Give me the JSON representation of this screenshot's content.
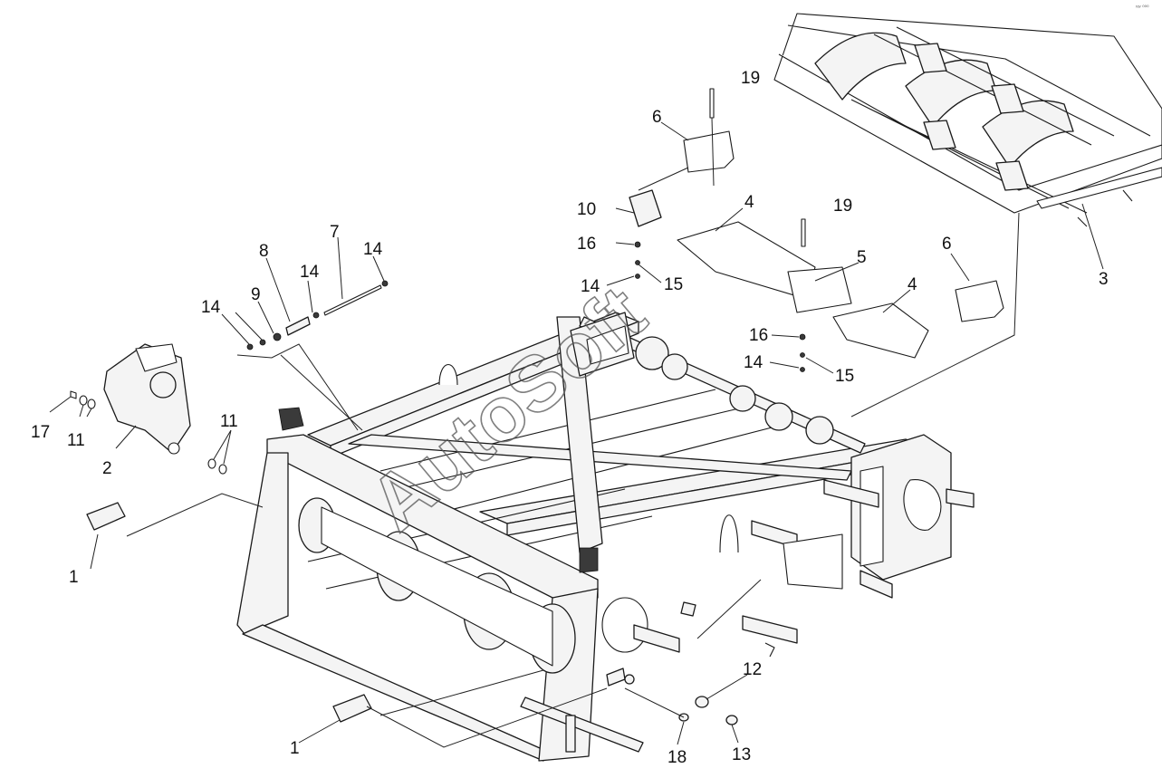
{
  "watermark": "AutoSoft",
  "corner_mark": "ʳᵉᵛ ⁰⁰⁰",
  "callouts": [
    {
      "id": "c1a",
      "label": "1"
    },
    {
      "id": "c1b",
      "label": "1"
    },
    {
      "id": "c2",
      "label": "2"
    },
    {
      "id": "c3",
      "label": "3"
    },
    {
      "id": "c4a",
      "label": "4"
    },
    {
      "id": "c4b",
      "label": "4"
    },
    {
      "id": "c5",
      "label": "5"
    },
    {
      "id": "c6a",
      "label": "6"
    },
    {
      "id": "c6b",
      "label": "6"
    },
    {
      "id": "c7",
      "label": "7"
    },
    {
      "id": "c8",
      "label": "8"
    },
    {
      "id": "c9",
      "label": "9"
    },
    {
      "id": "c10",
      "label": "10"
    },
    {
      "id": "c11a",
      "label": "11"
    },
    {
      "id": "c11b",
      "label": "11"
    },
    {
      "id": "c12",
      "label": "12"
    },
    {
      "id": "c13",
      "label": "13"
    },
    {
      "id": "c14a",
      "label": "14"
    },
    {
      "id": "c14b",
      "label": "14"
    },
    {
      "id": "c14c",
      "label": "14"
    },
    {
      "id": "c14d",
      "label": "14"
    },
    {
      "id": "c14e",
      "label": "14"
    },
    {
      "id": "c15a",
      "label": "15"
    },
    {
      "id": "c15b",
      "label": "15"
    },
    {
      "id": "c16a",
      "label": "16"
    },
    {
      "id": "c16b",
      "label": "16"
    },
    {
      "id": "c17",
      "label": "17"
    },
    {
      "id": "c18",
      "label": "18"
    },
    {
      "id": "c19a",
      "label": "19"
    },
    {
      "id": "c19b",
      "label": "19"
    }
  ]
}
